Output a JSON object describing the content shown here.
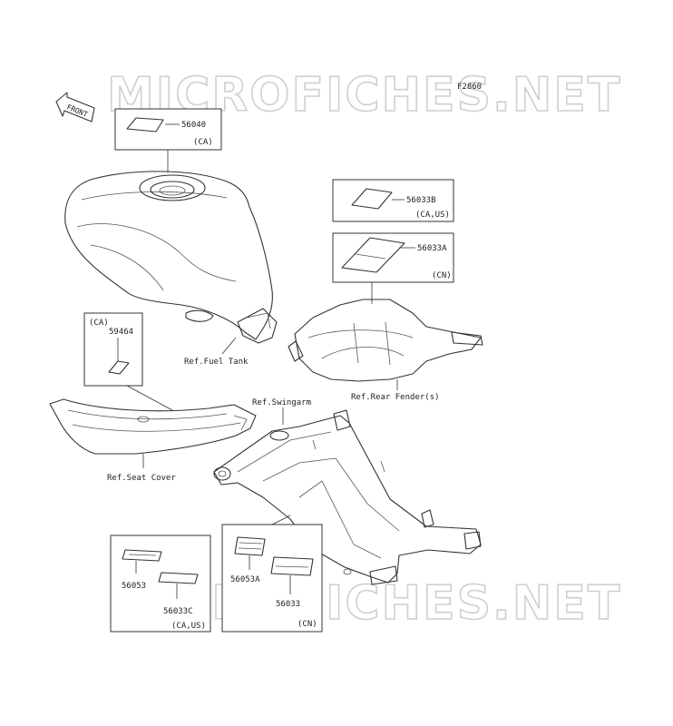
{
  "figure_code": "F2860",
  "watermark": {
    "top": "MICROFICHES.NET",
    "bottom": "MICROFICHES.NET"
  },
  "front_indicator": "FRONT",
  "parts": {
    "p56040": {
      "number": "56040",
      "note": "(CA)"
    },
    "p56033B": {
      "number": "56033B",
      "note": "(CA,US)"
    },
    "p56033A": {
      "number": "56033A",
      "note": "(CN)"
    },
    "p59464": {
      "number": "59464",
      "note": "(CA)"
    },
    "p56053": {
      "number": "56053"
    },
    "p56033C": {
      "number": "56033C",
      "note": "(CA,US)"
    },
    "p56053A": {
      "number": "56053A"
    },
    "p56033": {
      "number": "56033",
      "note": "(CN)"
    }
  },
  "refs": {
    "fuel_tank": "Ref.Fuel Tank",
    "rear_fender": "Ref.Rear Fender(s)",
    "swingarm": "Ref.Swingarm",
    "seat_cover": "Ref.Seat Cover"
  }
}
